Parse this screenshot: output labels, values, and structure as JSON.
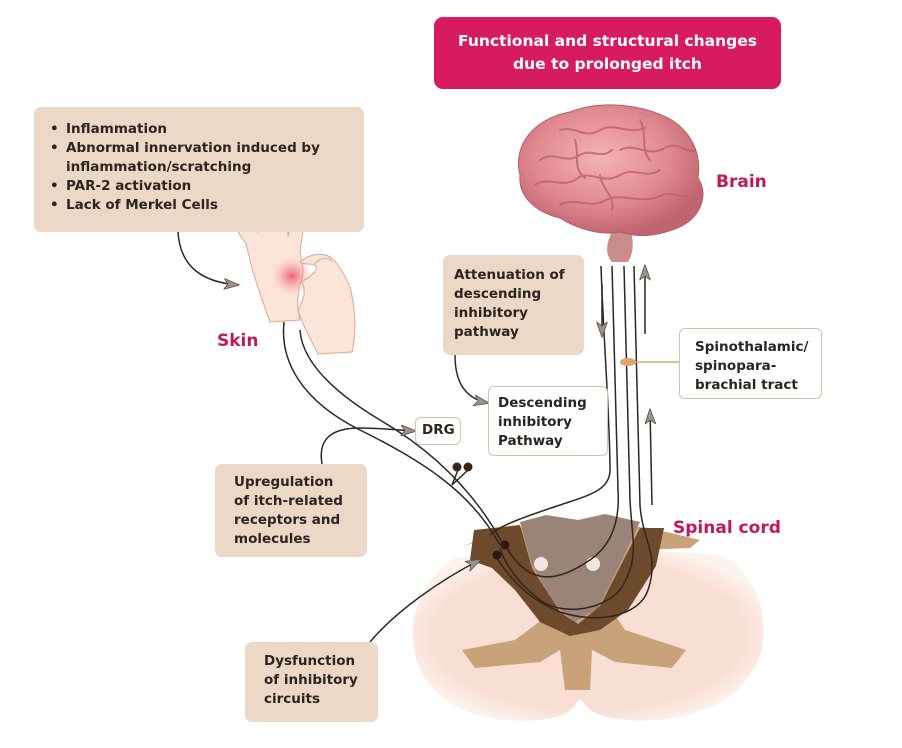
{
  "title": {
    "line1": "Functional and structural changes",
    "line2": "due to prolonged itch"
  },
  "labels": {
    "brain": "Brain",
    "skin": "Skin",
    "spinal_cord": "Spinal cord"
  },
  "skin_factors": {
    "items": [
      "Inflammation",
      "Abnormal innervation induced by inflammation/scratching",
      "PAR-2 activation",
      "Lack of Merkel Cells"
    ],
    "item2_line1": "Abnormal innervation induced by",
    "item2_line2": "inflammation/scratching"
  },
  "attenuation_box": {
    "lines": [
      "Attenuation of",
      "descending",
      "inhibitory",
      "pathway"
    ]
  },
  "descending_box": {
    "lines": [
      "Descending",
      "inhibitory",
      "Pathway"
    ]
  },
  "tract_box": {
    "lines": [
      "Spinothalamic/",
      "spinopara-",
      "brachial tract"
    ]
  },
  "drg_box": {
    "label": "DRG"
  },
  "upregulation_box": {
    "lines": [
      "Upregulation",
      "of itch-related",
      "receptors and",
      "molecules"
    ]
  },
  "dysfunction_box": {
    "lines": [
      "Dysfunction",
      "of inhibitory",
      "circuits"
    ]
  },
  "colors": {
    "accent_magenta": "#d81b60",
    "label_magenta": "#c2185b",
    "box_fill": "#ecd8c6",
    "box_border": "#d9bea8",
    "nerve_line": "#2e2620",
    "cord_outer": "#f9ded3",
    "cord_grey_matter": "#c9a27a",
    "cord_dorsal_horn": "#6e4a2c",
    "cord_dorsal_column": "#9a8377"
  }
}
